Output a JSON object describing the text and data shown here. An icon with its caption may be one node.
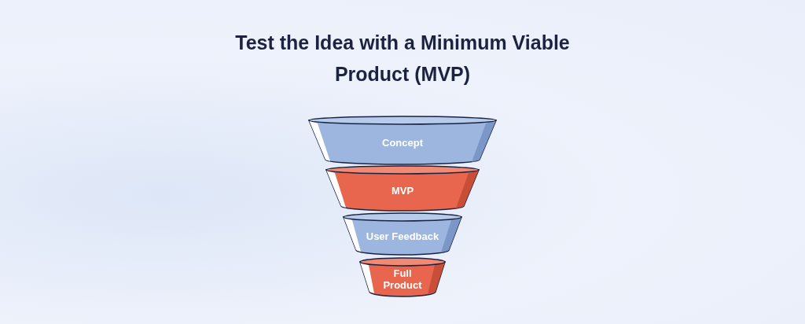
{
  "diagram": {
    "title": "Test the Idea with a Minimum Viable Product (MVP)",
    "nodes": [
      {
        "text": [
          "Concept"
        ]
      },
      {
        "text": [
          "MVP"
        ]
      },
      {
        "text": [
          "User Feedback"
        ]
      },
      {
        "text": [
          "Full Product"
        ]
      }
    ],
    "edges": []
  }
}
